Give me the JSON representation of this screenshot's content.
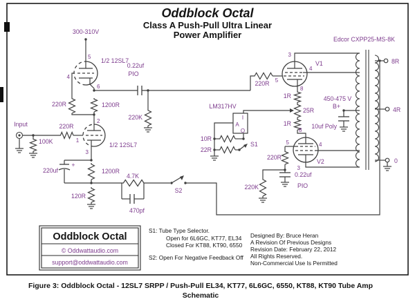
{
  "title": {
    "main": "Oddblock Octal",
    "sub1": "Class A Push-Pull Ultra Linear",
    "sub2": "Power Amplifier"
  },
  "schematic": {
    "supply": "300-310V",
    "hv": "450-475 V",
    "bplus": "B+",
    "input_label": "Input",
    "tubes": {
      "t1": "1/2 12SL7",
      "t2": "1/2 12SL7",
      "v1": "V1",
      "v2": "V2"
    },
    "pins": {
      "t1_plate": "5",
      "t1_grid": "4",
      "t1_cath": "6",
      "t2_plate": "2",
      "t2_grid": "1",
      "t2_cath": "3",
      "v1_plate": "3",
      "v1_grid": "5",
      "v1_screen": "4",
      "v1_cath": "8",
      "v2_plate": "3",
      "v2_grid": "5",
      "v2_screen": "4",
      "v2_cath": "8"
    },
    "resistors": {
      "r_grid_upper": "220R",
      "r_plate_upper": "1200R",
      "r_leak": "220K",
      "r_in_shunt": "100K",
      "r_in_series": "220R",
      "r_cath": "1200R",
      "r_cath2": "120R",
      "r_fb": "4.7K",
      "r_adj1": "10R",
      "r_adj2": "22R",
      "r_sense1": "1R",
      "r_sense2": "1R",
      "pot": "25R",
      "r_g1": "220R",
      "r_g2": "220R",
      "r_leak2": "220K"
    },
    "caps": {
      "c_couple": "0.22uf",
      "c_couple_type": "PIO",
      "c_cath": "220uf",
      "c_cath_plus": "+",
      "c_fb": "470pf",
      "c_g2": "0.22uf",
      "c_g2_type": "PIO",
      "c_filter": "10uf Poly"
    },
    "ic": {
      "name": "LM317HV",
      "pin_i": "I",
      "pin_a": "A",
      "pin_o": "O"
    },
    "switches": {
      "s1": "S1",
      "s2": "S2"
    },
    "transformer": {
      "name": "Edcor CXPP25-MS-8K",
      "tap8": "8R",
      "tap4": "4R",
      "tap0": "0"
    }
  },
  "logo": {
    "title": "Oddblock Octal",
    "line1": "© Oddwattaudio.com",
    "line2": "support@oddwattaudio.com"
  },
  "notes": {
    "s1_title": "S1: Tube Type Selector.",
    "s1_open": "Open for 6L6GC, KT77, EL34",
    "s1_closed": "Closed For KT88, KT90, 6550",
    "s2": "S2: Open For Negative Feedback Off"
  },
  "credits": {
    "l1": "Designed By: Bruce Heran",
    "l2": "A Revision Of Previous Designs",
    "l3": "Revision Date: February 22, 2012",
    "l4": "All Rights Reserved.",
    "l5": "Non-Commercial Use Is Permitted"
  },
  "caption": {
    "line1": "Figure 3: Oddblock Octal - 12SL7 SRPP / Push-Pull EL34, KT77, 6L6GC, 6550, KT88, KT90 Tube Amp",
    "line2": "Schematic"
  },
  "colors": {
    "label": "#7c3a8c",
    "wire": "#3f3f3f",
    "ink": "#141414"
  }
}
